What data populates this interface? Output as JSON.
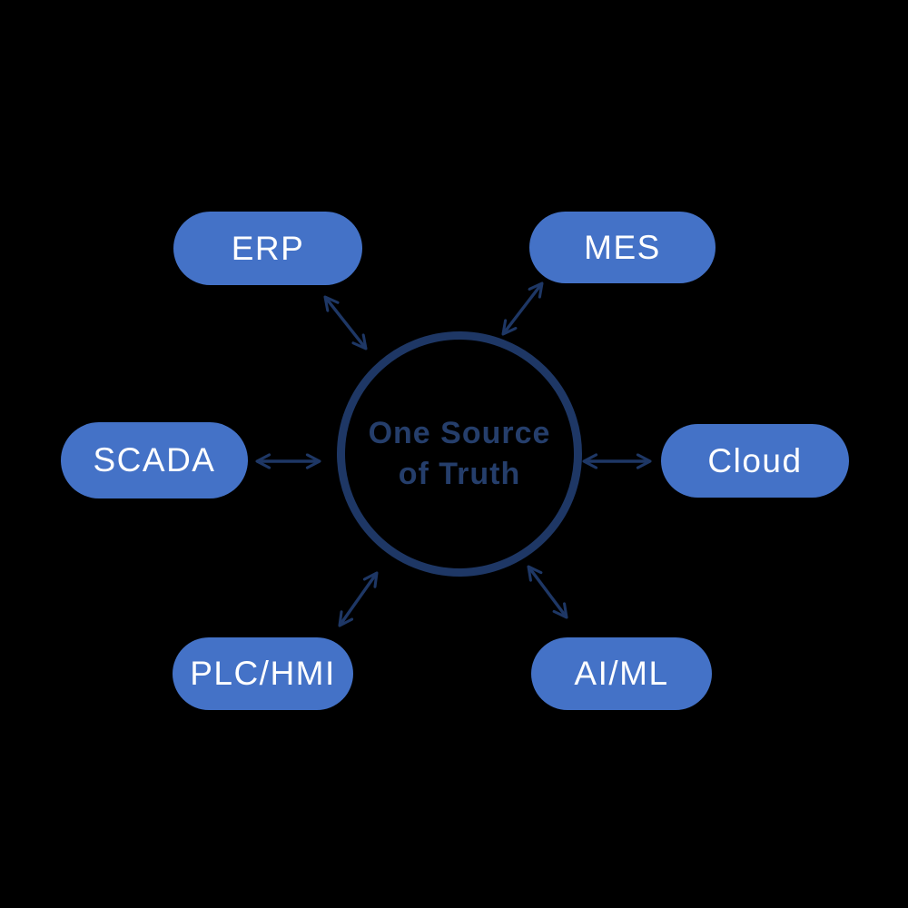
{
  "diagram": {
    "title": "One Source of Truth hub diagram",
    "center": {
      "label_line1": "One Source",
      "label_line2": "of Truth"
    },
    "nodes": [
      {
        "id": "erp",
        "label": "ERP"
      },
      {
        "id": "mes",
        "label": "MES"
      },
      {
        "id": "scada",
        "label": "SCADA"
      },
      {
        "id": "cloud",
        "label": "Cloud"
      },
      {
        "id": "plc-hmi",
        "label": "PLC/HMI"
      },
      {
        "id": "ai-ml",
        "label": "AI/ML"
      }
    ],
    "connector_style": "double-headed-arrow"
  },
  "colors": {
    "background": "#000000",
    "pill_fill": "#4472c7",
    "pill_text": "#ffffff",
    "navy": "#1e3765",
    "center_text": "#253e6b"
  }
}
